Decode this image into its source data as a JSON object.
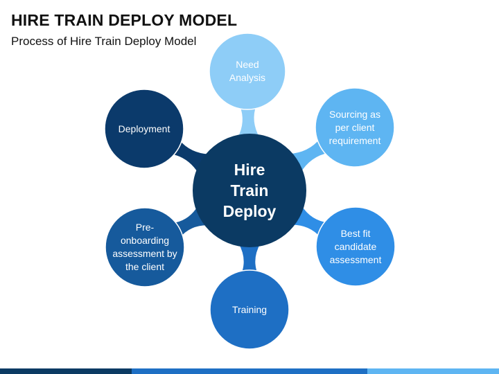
{
  "header": {
    "title": "HIRE TRAIN DEPLOY MODEL",
    "subtitle": "Process of Hire Train Deploy Model"
  },
  "hub": {
    "label": "Hire\nTrain\nDeploy",
    "color": "#0B3A63"
  },
  "nodes": [
    {
      "id": "need-analysis",
      "label": "Need\nAnalysis",
      "color": "#8ECDF7"
    },
    {
      "id": "sourcing",
      "label": "Sourcing as\nper client\nrequirement",
      "color": "#5EB5F2"
    },
    {
      "id": "best-fit",
      "label": "Best fit\ncandidate\nassessment",
      "color": "#2F8EE6"
    },
    {
      "id": "training",
      "label": "Training",
      "color": "#1E6FC4"
    },
    {
      "id": "pre-onboarding",
      "label": "Pre-\nonboarding\nassessment by\nthe client",
      "color": "#165A9C"
    },
    {
      "id": "deployment",
      "label": "Deployment",
      "color": "#0B3A6B"
    }
  ],
  "footer": {
    "colors": [
      "#0B3A63",
      "#1E6FC4",
      "#5EB5F2"
    ]
  }
}
